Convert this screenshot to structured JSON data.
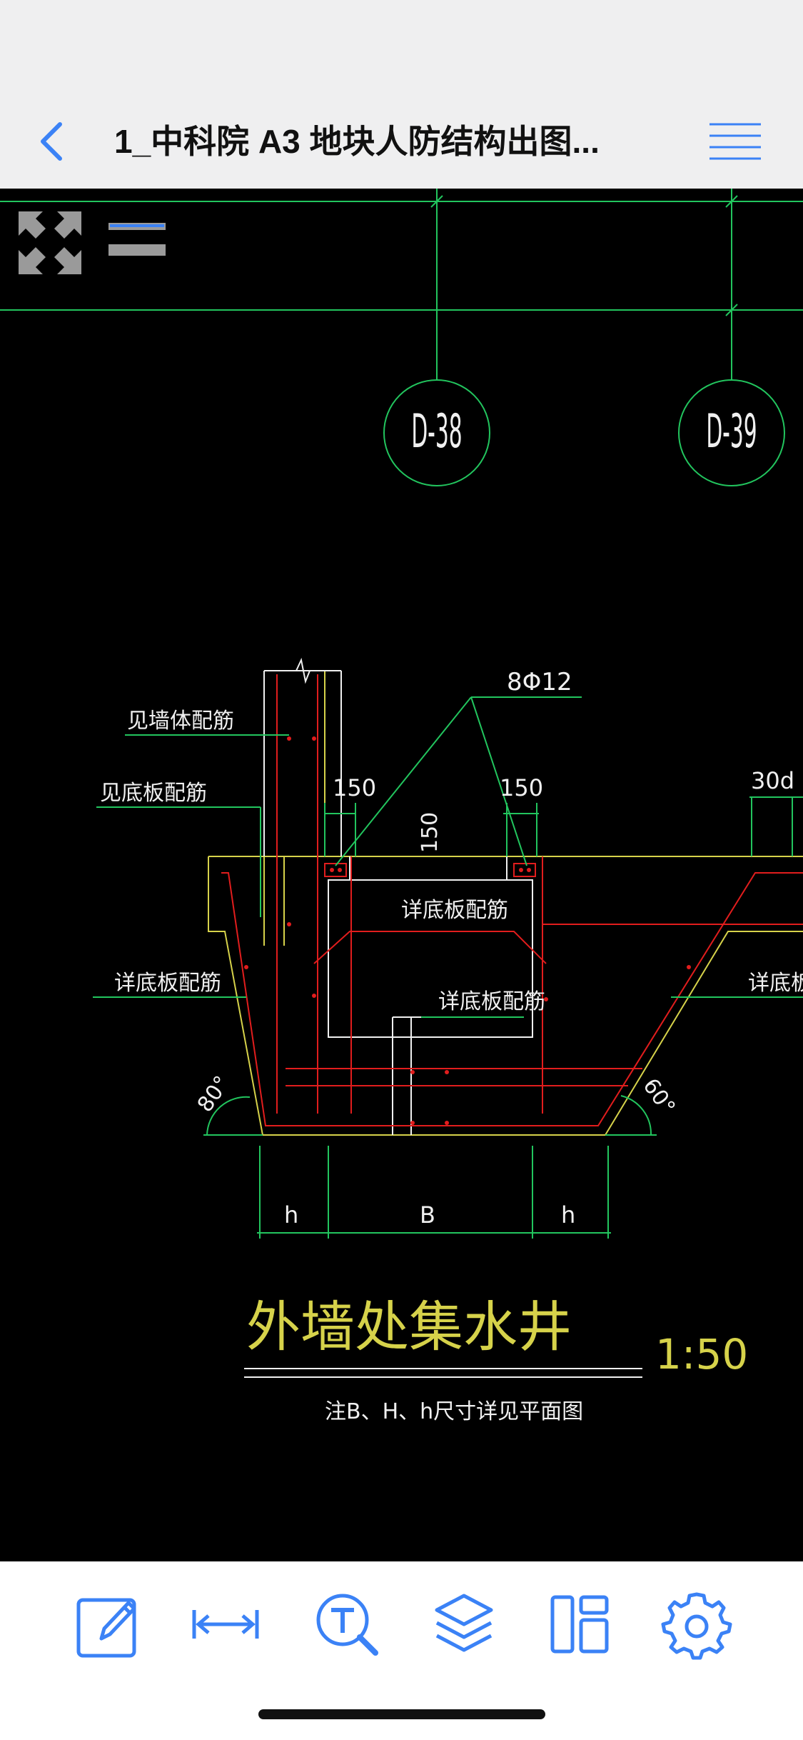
{
  "header": {
    "title": "1_中科院 A3 地块人防结构出图..."
  },
  "colors": {
    "accent": "#3b82f6",
    "cad_green": "#22c55e",
    "cad_red": "#e11d1d",
    "cad_yellow": "#d6d24a",
    "cad_white": "#f0f0f0"
  },
  "viewport": {
    "controls": {
      "fullscreen_icon": "expand-arrows-icon",
      "layer_toggle_icon": "layer-lines-icon"
    }
  },
  "drawing": {
    "axis_markers": [
      "D-38",
      "D-39"
    ],
    "rebar_note": "8Φ12",
    "labels": {
      "wall_rebar": "见墙体配筋",
      "slab_rebar_left": "见底板配筋",
      "bottom_slab_left": "详底板配筋",
      "bottom_slab_inner1": "详底板配筋",
      "bottom_slab_inner2": "详底板配筋",
      "bottom_slab_right": "详底板配"
    },
    "dimensions": {
      "dim_150_left": "150",
      "dim_150_right": "150",
      "dim_150_vertical": "150",
      "dim_30d": "30d",
      "angle_left": "80°",
      "angle_right": "60°",
      "h_left": "h",
      "b_center": "B",
      "h_right": "h"
    },
    "title": "外墙处集水井",
    "scale": "1:50",
    "note": "注B、H、h尺寸详见平面图"
  },
  "toolbar": {
    "items": [
      {
        "name": "annotate",
        "icon": "edit-icon"
      },
      {
        "name": "measure",
        "icon": "measure-icon"
      },
      {
        "name": "text-search",
        "icon": "text-search-icon"
      },
      {
        "name": "layers",
        "icon": "layers-icon"
      },
      {
        "name": "layout",
        "icon": "layout-icon"
      },
      {
        "name": "settings",
        "icon": "gear-icon"
      }
    ]
  }
}
